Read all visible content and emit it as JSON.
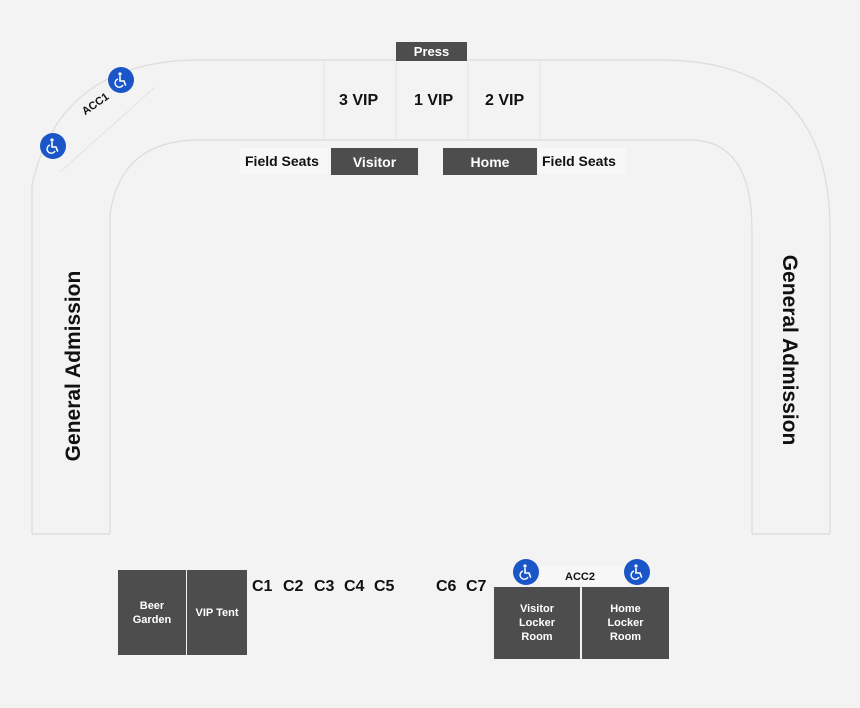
{
  "sections": {
    "press": "Press",
    "vip_3": "3 VIP",
    "vip_1": "1 VIP",
    "vip_2": "2 VIP",
    "field_seats_left": "Field Seats",
    "visitor": "Visitor",
    "home": "Home",
    "field_seats_right": "Field Seats",
    "acc1": "ACC1",
    "acc2": "ACC2",
    "ga_left": "General Admission",
    "ga_right": "General Admission",
    "beer_garden": "Beer\nGarden",
    "vip_tent": "VIP Tent",
    "visitor_locker": "Visitor\nLocker\nRoom",
    "home_locker": "Home\nLocker\nRoom"
  },
  "cabanas": [
    "C1",
    "C2",
    "C3",
    "C4",
    "C5",
    "C6",
    "C7"
  ],
  "icons": {
    "wheelchair": "wheelchair-accessible-icon"
  },
  "colors": {
    "background": "#f3f3f3",
    "section_dark": "#4d4d4d",
    "accessible": "#1a56c8",
    "outline": "#dcdcdc"
  }
}
